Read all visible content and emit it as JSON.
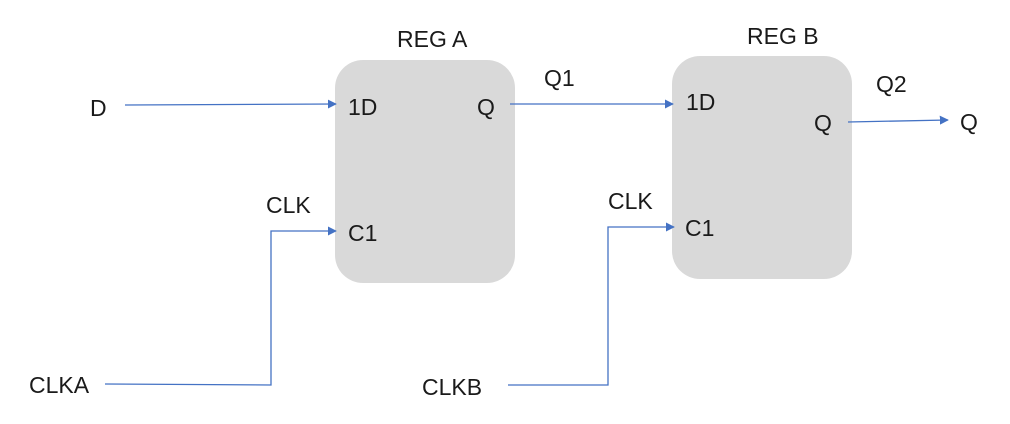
{
  "colors": {
    "wire": "#4472c4",
    "register_fill": "#d9d9d9",
    "text": "#1a1a1a",
    "background": "#ffffff"
  },
  "reg_a": {
    "title": "REG A",
    "pin_d": "1D",
    "pin_q": "Q",
    "pin_c": "C1"
  },
  "reg_b": {
    "title": "REG B",
    "pin_d": "1D",
    "pin_q": "Q",
    "pin_c": "C1"
  },
  "signals": {
    "d_in": "D",
    "q1": "Q1",
    "q2": "Q2",
    "q_out": "Q",
    "clk_a_label": "CLK",
    "clk_b_label": "CLK",
    "clka": "CLKA",
    "clkb": "CLKB"
  }
}
